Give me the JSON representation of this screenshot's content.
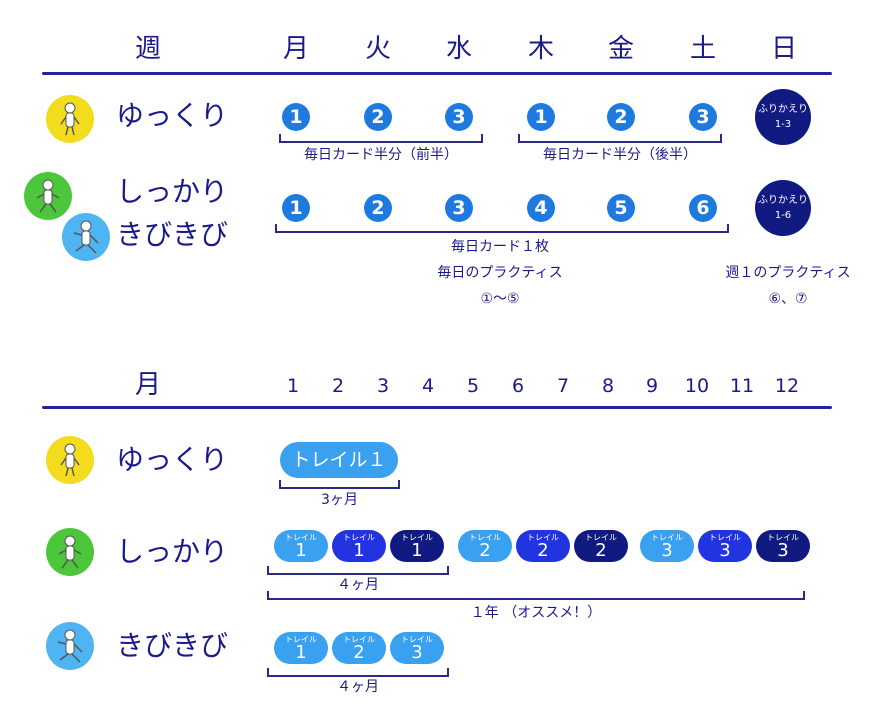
{
  "weekly": {
    "header_label": "週",
    "days": [
      "月",
      "火",
      "水",
      "木",
      "金",
      "土",
      "日"
    ],
    "rows": {
      "slow": {
        "label": "ゆっくり",
        "numbers": [
          "1",
          "2",
          "3",
          "1",
          "2",
          "3"
        ]
      },
      "steady": {
        "label_1": "しっかり",
        "label_2": "きびきび",
        "numbers": [
          "1",
          "2",
          "3",
          "4",
          "5",
          "6"
        ]
      }
    },
    "bracket_first_half": "毎日カード半分（前半）",
    "bracket_second_half": "毎日カード半分（後半）",
    "daily_card": "毎日カード１枚",
    "daily_practice": "毎日のプラクティス",
    "daily_practice_range": "①〜⑤",
    "weekly_practice": "週１のプラクティス",
    "weekly_practice_items": "⑥、⑦",
    "review_slow": {
      "line1": "ふりかえり",
      "line2": "1-3"
    },
    "review_steady": {
      "line1": "ふりかえり",
      "line2": "1-6"
    }
  },
  "monthly": {
    "header_label": "月",
    "months": [
      "1",
      "2",
      "3",
      "4",
      "5",
      "6",
      "7",
      "8",
      "9",
      "10",
      "11",
      "12"
    ],
    "slow": {
      "label": "ゆっくり",
      "pill": "トレイル１",
      "duration": "3ヶ月"
    },
    "steady": {
      "label": "しっかり",
      "pill_small": "トレイル",
      "pills": [
        "1",
        "1",
        "1",
        "2",
        "2",
        "2",
        "3",
        "3",
        "3"
      ],
      "duration": "４ヶ月",
      "year": "１年 （オススメ！）"
    },
    "brisk": {
      "label": "きびきび",
      "pill_small": "トレイル",
      "pills": [
        "1",
        "2",
        "3"
      ],
      "duration": "４ヶ月"
    }
  },
  "colors": {
    "yellow_avatar": "#f3dc1e",
    "green_avatar": "#4cc63a",
    "blue_avatar": "#4fb4f2",
    "light_blue": "#3aa0f0",
    "mid_blue": "#2233e0",
    "dark_blue": "#101a80",
    "text": "#1a1a8c"
  },
  "icons": [
    "walker-icon"
  ]
}
